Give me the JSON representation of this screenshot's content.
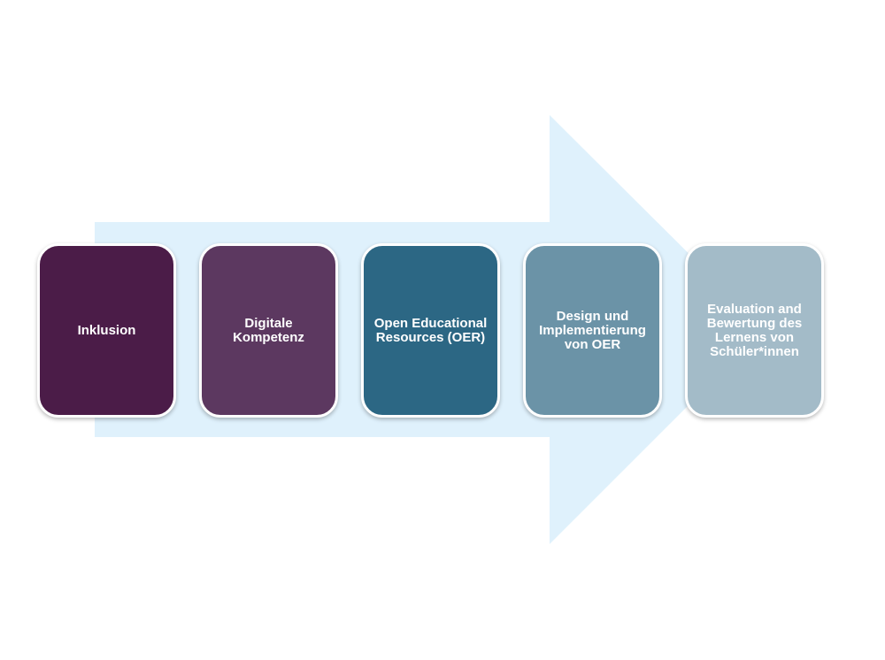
{
  "diagram": {
    "type": "process-arrow",
    "arrow_color": "#dff1fc",
    "steps": [
      {
        "label": "Inklusion",
        "color": "#4b1c48"
      },
      {
        "label": "Digitale\nKompetenz",
        "color": "#5c3860"
      },
      {
        "label": "Open Educational\nResources (OER)",
        "color": "#2c6784"
      },
      {
        "label": "Design und\nImplementierung\nvon OER",
        "color": "#6b93a7"
      },
      {
        "label": "Evaluation and\nBewertung des\nLernens von\nSchüler*innen",
        "color": "#a3bbc8"
      }
    ]
  }
}
